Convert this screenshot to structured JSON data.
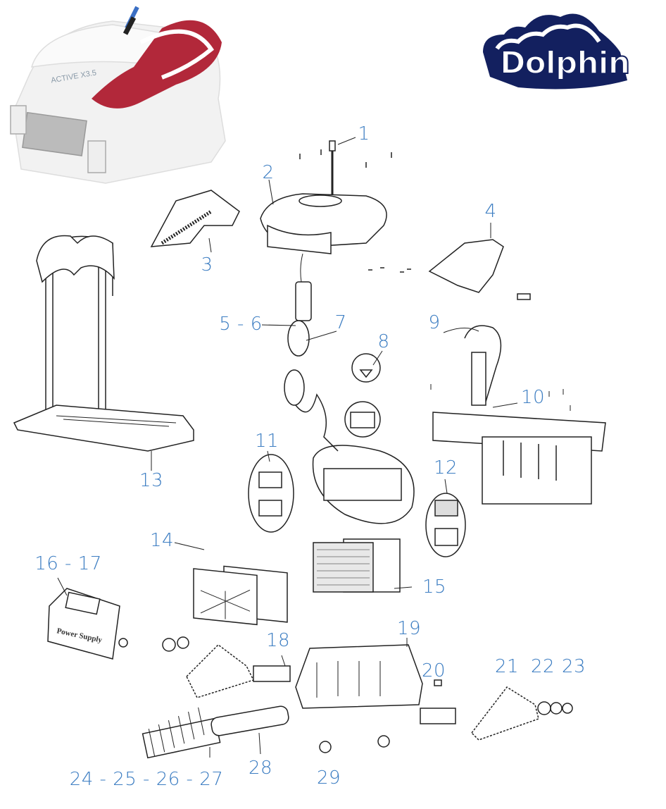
{
  "brand": {
    "logo_text": "Dolphin",
    "logo_color": "#13205f"
  },
  "product": {
    "model_label": "ACTIVE X3.5",
    "power_supply_label": "Power Supply"
  },
  "label_color": "#3c7dc2",
  "callouts": [
    "1",
    "2",
    "3",
    "4",
    "5 - 6",
    "7",
    "8",
    "9",
    "10",
    "11",
    "12",
    "13",
    "14",
    "15",
    "16 - 17",
    "18",
    "19",
    "20",
    "21",
    "22",
    "23",
    "24 - 25 - 26 - 27",
    "28",
    "29"
  ]
}
